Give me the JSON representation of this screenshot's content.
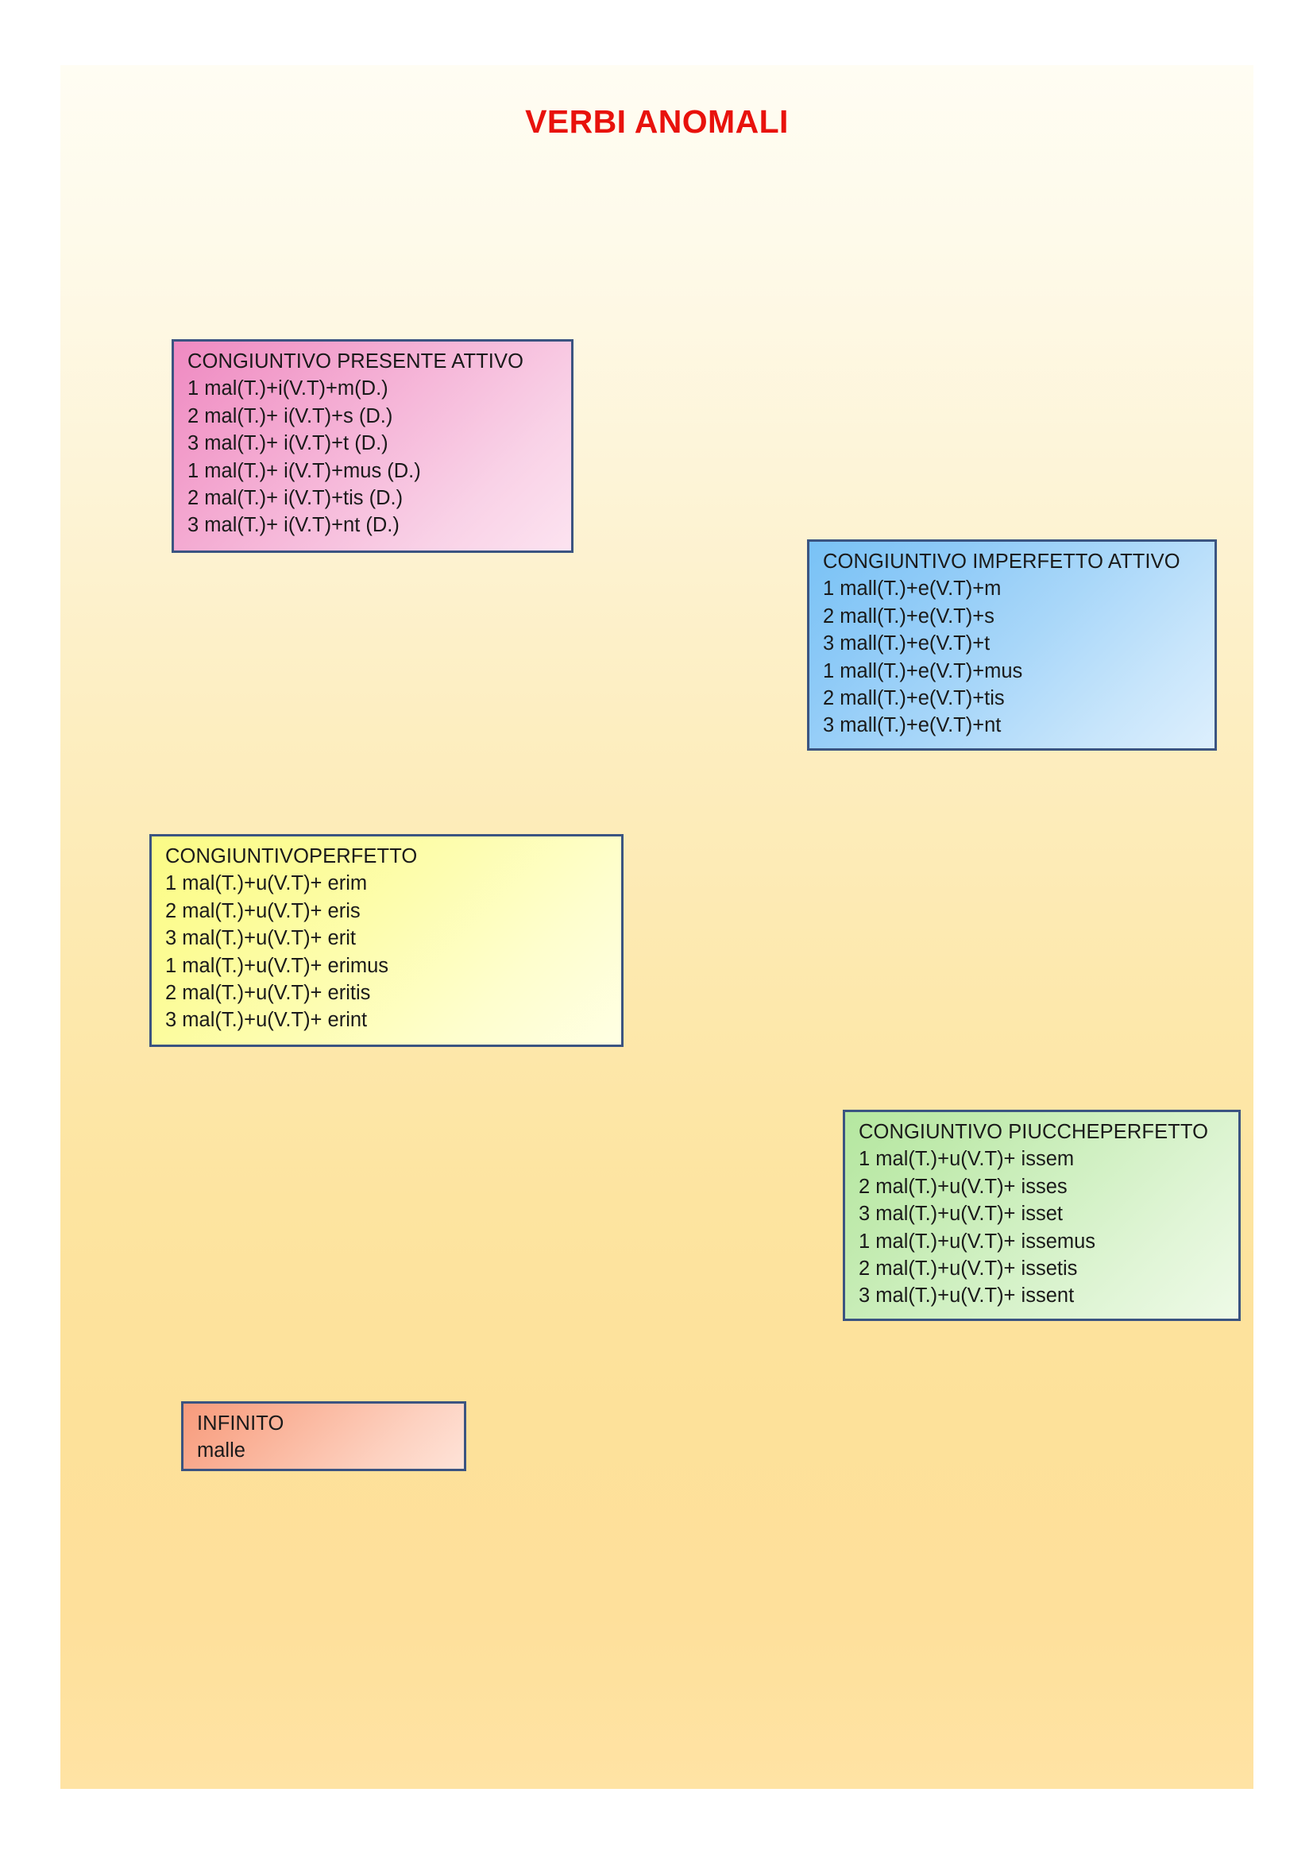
{
  "page": {
    "title": "VERBI ANOMALI",
    "title_color": "#e8120c",
    "background_top_color": "#fffdf3",
    "background_bottom_color": "#ffe3a4",
    "box_border_color": "#3b5481"
  },
  "boxes": [
    {
      "name": "congiuntivo-presente-attivo",
      "title": "CONGIUNTIVO PRESENTE ATTIVO",
      "accent_color": "#ef8ac2",
      "lines": [
        "1 mal(T.)+i(V.T)+m(D.)",
        "2 mal(T.)+ i(V.T)+s (D.)",
        "3 mal(T.)+ i(V.T)+t (D.)",
        "1 mal(T.)+ i(V.T)+mus (D.)",
        "2 mal(T.)+ i(V.T)+tis (D.)",
        "3 mal(T.)+ i(V.T)+nt (D.)"
      ]
    },
    {
      "name": "congiuntivo-imperfetto-attivo",
      "title": "CONGIUNTIVO IMPERFETTO ATTIVO",
      "accent_color": "#79c2f6",
      "lines": [
        "1 mall(T.)+e(V.T)+m",
        "2 mall(T.)+e(V.T)+s",
        "3 mall(T.)+e(V.T)+t",
        "1 mall(T.)+e(V.T)+mus",
        "2 mall(T.)+e(V.T)+tis",
        "3 mall(T.)+e(V.T)+nt"
      ]
    },
    {
      "name": "congiuntivo-perfetto",
      "title": "CONGIUNTIVOPERFETTO",
      "accent_color": "#fbfb86",
      "lines": [
        "1 mal(T.)+u(V.T)+ erim",
        "2 mal(T.)+u(V.T)+ eris",
        "3 mal(T.)+u(V.T)+ erit",
        "1 mal(T.)+u(V.T)+ erimus",
        "2 mal(T.)+u(V.T)+ eritis",
        "3 mal(T.)+u(V.T)+ erint"
      ]
    },
    {
      "name": "congiuntivo-piuccheperfetto",
      "title": "CONGIUNTIVO PIUCCHEPERFETTO",
      "accent_color": "#b5e7a0",
      "lines": [
        "1 mal(T.)+u(V.T)+ issem",
        "2 mal(T.)+u(V.T)+ isses",
        "3 mal(T.)+u(V.T)+ isset",
        "1 mal(T.)+u(V.T)+ issemus",
        "2 mal(T.)+u(V.T)+ issetis",
        "3 mal(T.)+u(V.T)+ issent"
      ]
    },
    {
      "name": "infinito",
      "title": "INFINITO",
      "accent_color": "#f79b7c",
      "lines": [
        "malle"
      ]
    }
  ]
}
